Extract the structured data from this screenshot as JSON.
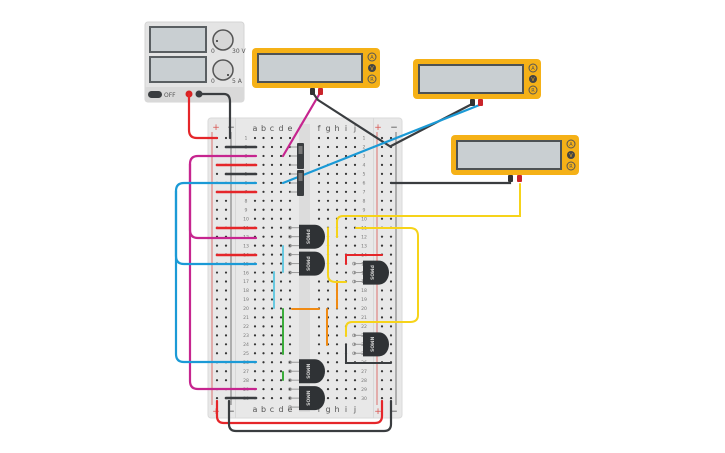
{
  "app": {
    "name": "Circuit simulator canvas"
  },
  "colors": {
    "red_wire": "#e5262a",
    "black_wire": "#3a3d40",
    "magenta_wire": "#c6258f",
    "blue_wire": "#1b9ad6",
    "yellow_wire": "#f6d31a",
    "orange_wire": "#f08a13",
    "green_wire": "#3aab3a",
    "lightblue_wire": "#67c8e0",
    "multimeter_body": "#f5b117",
    "multimeter_screen": "#c9cfd2",
    "power_supply_body": "#e6e6e6",
    "breadboard": "#e8e8e8"
  },
  "power_supply": {
    "knob1_min": "0",
    "knob1_max": "30 V",
    "knob2_min": "0",
    "knob2_max": "5 A",
    "switch_label": "OFF"
  },
  "multimeters": [
    {
      "id": "mm1",
      "modes": [
        "A",
        "V",
        "R"
      ],
      "selected": "V"
    },
    {
      "id": "mm2",
      "modes": [
        "A",
        "V",
        "R"
      ],
      "selected": "V"
    },
    {
      "id": "mm3",
      "modes": [
        "A",
        "V",
        "R"
      ],
      "selected": "V"
    }
  ],
  "breadboard": {
    "columns_left": [
      "a",
      "b",
      "c",
      "d",
      "e"
    ],
    "columns_right": [
      "f",
      "g",
      "h",
      "i",
      "j"
    ],
    "rows": 30,
    "rail_plus": "+",
    "rail_minus": "−"
  },
  "transistors": [
    {
      "label": "PMOS",
      "position": "left-upper-1"
    },
    {
      "label": "PMOS",
      "position": "left-upper-2"
    },
    {
      "label": "PMOS",
      "position": "right-upper"
    },
    {
      "label": "NMOS",
      "position": "right-lower"
    },
    {
      "label": "NMOS",
      "position": "left-lower-1"
    },
    {
      "label": "NMOS",
      "position": "left-lower-2"
    }
  ],
  "switches": [
    {
      "label": "slide-switch-1"
    },
    {
      "label": "slide-switch-2"
    }
  ]
}
